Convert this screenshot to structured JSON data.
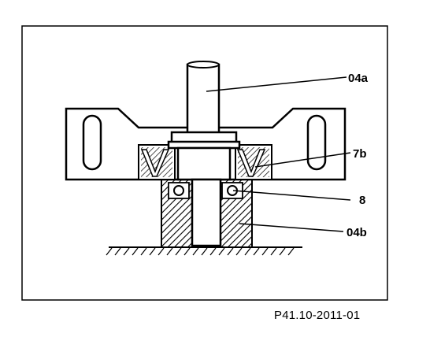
{
  "labels": {
    "shaft": "04a",
    "seal": "7b",
    "bearing": "8",
    "housing": "04b"
  },
  "figure_code": "P41.10-2011-01"
}
